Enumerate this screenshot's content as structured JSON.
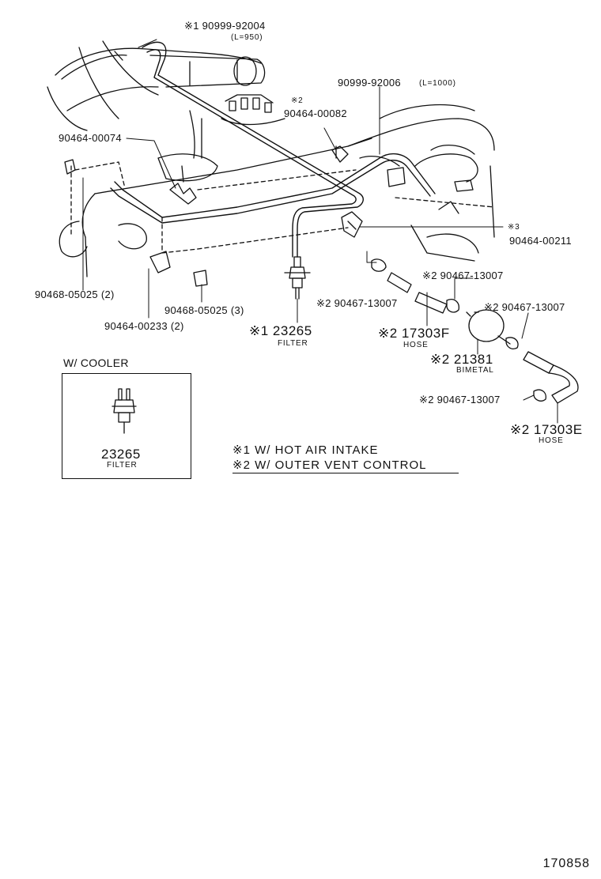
{
  "parts": {
    "p1": {
      "main": "※1 90999-92004",
      "sub": "(L=950)"
    },
    "p2": {
      "main": "90999-92006",
      "sub": "(L=1000)"
    },
    "p3": {
      "mark": "※2",
      "main": "90464-00082"
    },
    "p4": {
      "main": "90464-00074"
    },
    "p5": {
      "mark": "※3",
      "main": "90464-00211"
    },
    "p6": {
      "main": "90468-05025 (2)"
    },
    "p7": {
      "main": "90468-05025 (3)"
    },
    "p8": {
      "main": "90464-00233 (2)"
    },
    "p9": {
      "main": "※1 23265",
      "sub": "FILTER"
    },
    "p10": {
      "main": "※2 90467-13007"
    },
    "p11": {
      "main": "※2 90467-13007"
    },
    "p12": {
      "main": "※2 17303F",
      "sub": "HOSE"
    },
    "p13": {
      "main": "※2 90467-13007"
    },
    "p14": {
      "main": "※2 21381",
      "sub": "BIMETAL"
    },
    "p15": {
      "main": "※2 90467-13007"
    },
    "p16": {
      "main": "※2 17303E",
      "sub": "HOSE"
    }
  },
  "cooler": {
    "title": "W/ COOLER",
    "part": "23265",
    "sub": "FILTER"
  },
  "notes": [
    "※1 W/ HOT AIR INTAKE",
    "※2 W/ OUTER VENT CONTROL"
  ],
  "ref_number": "170858"
}
